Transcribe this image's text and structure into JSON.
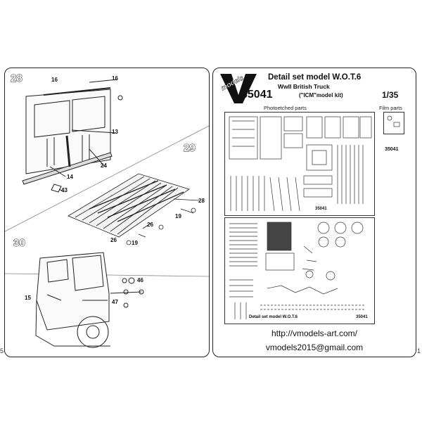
{
  "left": {
    "steps": [
      "28",
      "29",
      "30"
    ],
    "callouts": {
      "s28_a": "16",
      "s28_b": "16",
      "s28_c": "13",
      "s28_d": "24",
      "s28_e": "14",
      "s28_f": "43",
      "s29_a": "28",
      "s29_b": "19",
      "s29_c": "26",
      "s29_d": "26",
      "s29_e": "19",
      "s30_a": "46",
      "s30_b": "15",
      "s30_c": "47"
    }
  },
  "header": {
    "logo_letter": "V",
    "logo_word": "models",
    "title": "Detail set model W.O.T.6",
    "subtitle": "WwII British Truck",
    "product_number": "35041",
    "kit_note": "(\"ICM\"model kit)",
    "scale": "1/35"
  },
  "sections": {
    "photoetched": "Photoetched parts",
    "film": "Film parts",
    "film_code": "35041",
    "fret_upper_label": "35041",
    "fret_lower_label": "Detail set model W.O.T.6",
    "fret_lower_code": "35041"
  },
  "contact": {
    "website": "http://vmodels-art.com/",
    "email": "vmodels2015@gmail.com"
  },
  "side_marks": {
    "left": "5",
    "right": "1"
  }
}
